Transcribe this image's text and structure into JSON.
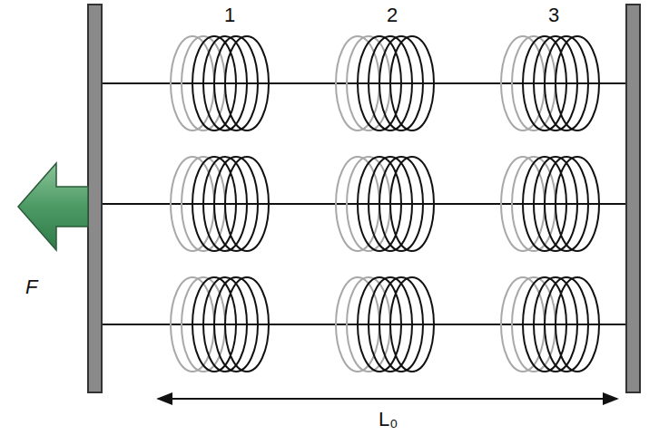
{
  "diagram": {
    "labels": [
      "1",
      "2",
      "3",
      "F",
      "L₀"
    ]
  }
}
